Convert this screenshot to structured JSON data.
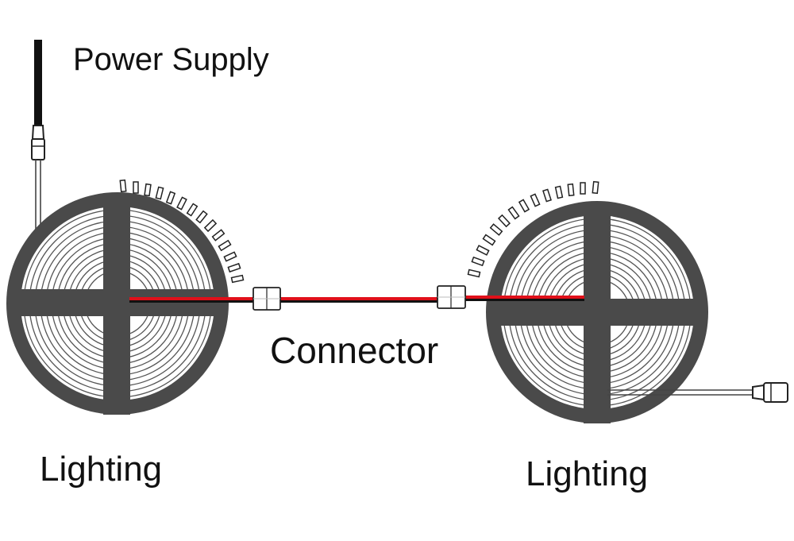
{
  "labels": {
    "power_supply": "Power Supply",
    "connector": "Connector",
    "lighting_left": "Lighting",
    "lighting_right": "Lighting"
  },
  "colors": {
    "reel": "#4a4a4a",
    "coil": "#555555",
    "wire_red": "#e0101a",
    "wire_black": "#111111",
    "outline": "#222222"
  },
  "icons": {
    "reel": "led-strip-reel-icon",
    "connector": "strip-connector-icon",
    "dc_plug": "dc-plug-icon"
  }
}
